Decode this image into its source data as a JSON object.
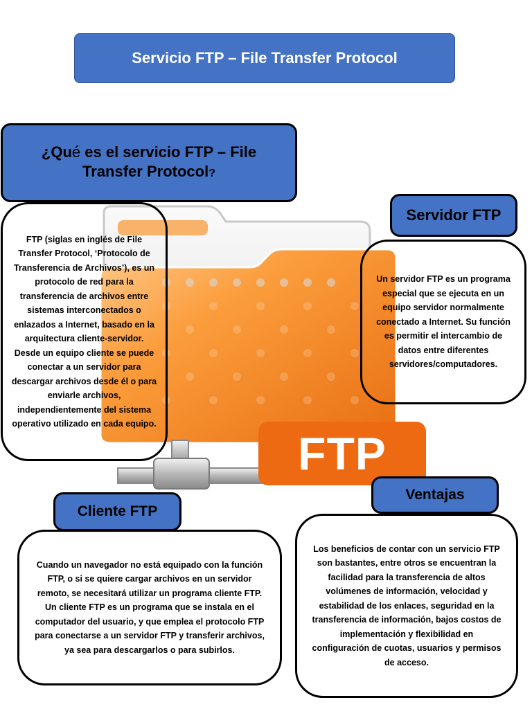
{
  "title": "Servicio FTP – File Transfer Protocol",
  "question": {
    "part1": "¿Qu",
    "part2": "é",
    "part3": " es el servicio FTP – File Transfer Protocol",
    "part4": "?"
  },
  "ftp_description": "FTP (siglas en inglés de File Transfer Protocol, ‘Protocolo de Transferencia de Archivos’), es un protocolo de red para la transferencia de archivos entre sistemas interconectados o enlazados a Internet, basado en la arquitectura cliente-servidor. Desde un equipo cliente se puede conectar a un servidor para descargar archivos desde él o para enviarle archivos, independientemente del sistema operativo utilizado en cada equipo.",
  "servidor": {
    "heading": "Servidor FTP",
    "text": "Un servidor FTP es un programa especial que se ejecuta en un equipo servidor normalmente conectado a Internet. Su función es permitir el intercambio de datos entre diferentes servidores/computadores."
  },
  "cliente": {
    "heading": "Cliente FTP",
    "text": "Cuando un navegador no está equipado con la función FTP, o si se quiere cargar archivos en un servidor remoto, se necesitará utilizar un programa cliente FTP. Un cliente FTP es un programa que se instala en el computador del usuario, y que emplea el protocolo FTP para conectarse a un servidor FTP y transferir archivos, ya sea para descargarlos o para subirlos."
  },
  "ventajas": {
    "heading": "Ventajas",
    "text": "Los beneficios de contar con un servicio FTP son bastantes, entre otros se encuentran la facilidad para la transferencia de altos volúmenes de información, velocidad y estabilidad de los enlaces, seguridad en la transferencia de información, bajos costos de implementación y flexibilidad en configuración de cuotas, usuarios y permisos de acceso."
  },
  "illustration": {
    "badge_text": "FTP",
    "icon": "ftp-folder-icon"
  },
  "colors": {
    "header_blue": "#4472c4",
    "folder_orange": "#f7941d",
    "badge_orange": "#ee6a12",
    "border": "#000000"
  }
}
